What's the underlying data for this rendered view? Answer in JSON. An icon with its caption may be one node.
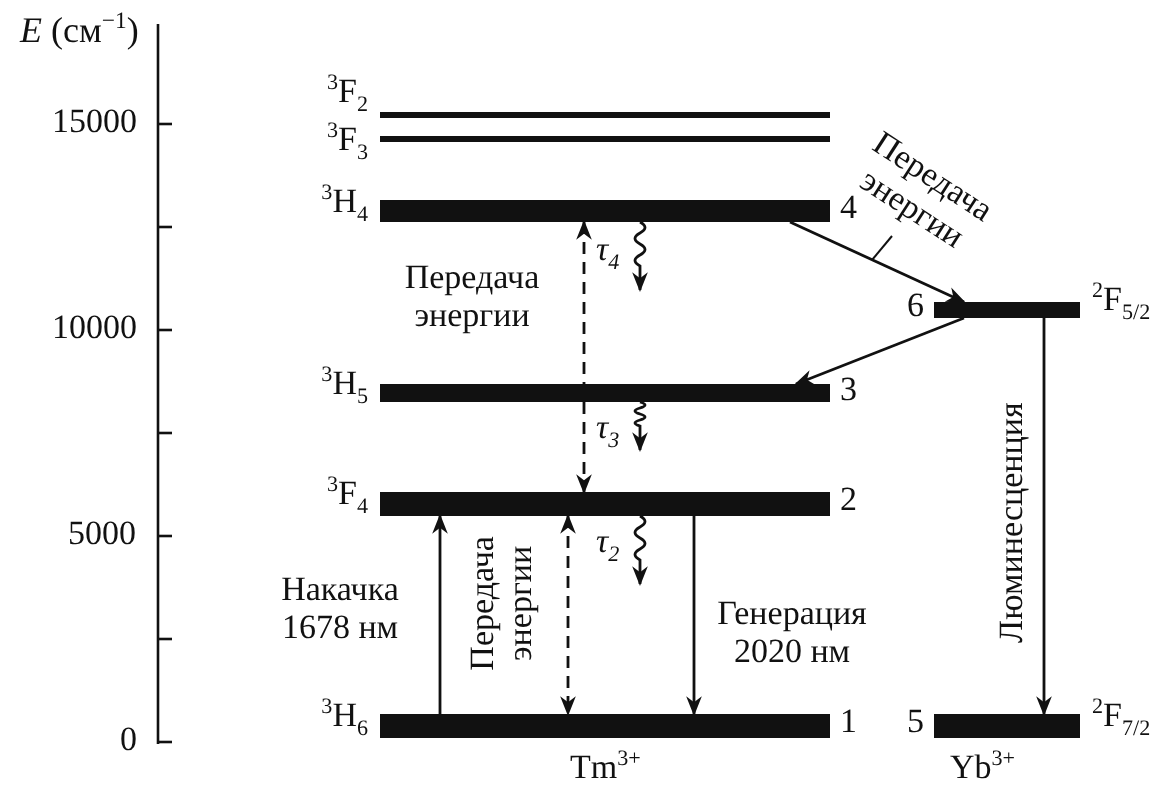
{
  "diagram": {
    "nodes": [
      {
        "text": [
          "$^{3}$F$_{2}$"
        ]
      },
      {
        "text": [
          "$^{3}$F$_{3}$"
        ]
      },
      {
        "text": [
          "$^{3}$H$_{4}$"
        ],
        "beside": [
          "4"
        ]
      },
      {
        "text": [
          "$^{3}$H$_{5}$"
        ],
        "beside": [
          "3"
        ]
      },
      {
        "text": [
          "$^{3}$F$_{4}$"
        ],
        "beside": [
          "2"
        ]
      },
      {
        "text": [
          "$^{3}$H$_{6}$"
        ],
        "beside": [
          "1"
        ]
      },
      {
        "text": [
          "$^{2}$F$_{5/2}$"
        ],
        "beside": [
          "6"
        ]
      },
      {
        "text": [
          "$^{2}$F$_{7/2}$"
        ],
        "beside": [
          "5"
        ]
      }
    ],
    "edges": [
      {
        "from": 5,
        "to": 4,
        "arrow": "to",
        "label": "Накачка 1678 нм"
      },
      {
        "from": 2,
        "to": 4,
        "arrow": "both",
        "style": "dashed",
        "label": "Передача энергии"
      },
      {
        "from": 4,
        "to": 5,
        "arrow": "both",
        "style": "dashed",
        "label": "Передача энергии"
      },
      {
        "from": 4,
        "to": 5,
        "arrow": "to",
        "label": "Генерация 2020 нм"
      },
      {
        "from": 2,
        "to": 6,
        "arrow": "to",
        "label": "Передача энергии"
      },
      {
        "from": 6,
        "to": 3,
        "arrow": "to"
      },
      {
        "from": 6,
        "to": 7,
        "arrow": "to",
        "label": "Люминесценция"
      },
      {
        "from": 2,
        "to": null,
        "arrow": "to",
        "label": "τ$_{4}$"
      },
      {
        "from": 3,
        "to": null,
        "arrow": "to",
        "label": "τ$_{3}$"
      },
      {
        "from": 4,
        "to": null,
        "arrow": "to",
        "label": "τ$_{2}$"
      }
    ],
    "labels": [
      "*E* (см$^{−1}$)",
      "15000",
      "10000",
      "5000",
      "0",
      "Tm$^{3+}$",
      "Yb$^{3+}$"
    ]
  }
}
